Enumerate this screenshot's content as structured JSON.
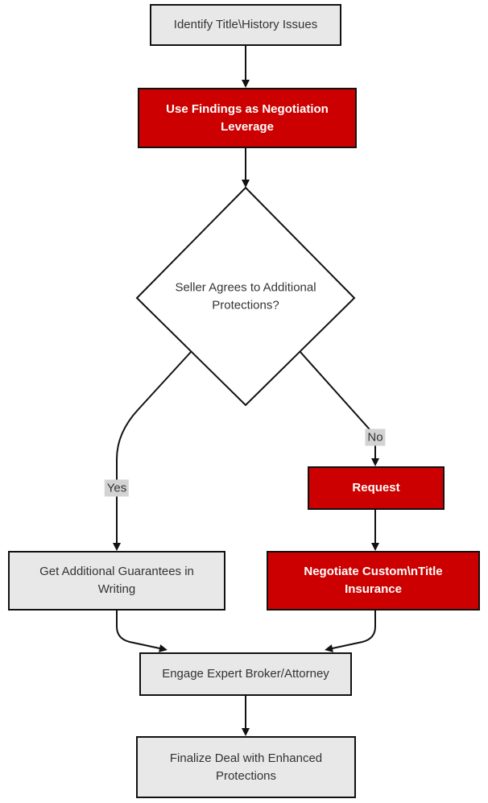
{
  "diagram": {
    "type": "flowchart",
    "direction": "top-down",
    "nodes": {
      "identify": {
        "label": "Identify Title\\History Issues",
        "style": "process"
      },
      "leverage": {
        "label": "Use Findings as Negotiation Leverage",
        "style": "highlight"
      },
      "decision": {
        "label": "Seller Agrees to Additional Protections?",
        "style": "decision"
      },
      "guarantees": {
        "label": "Get Additional Guarantees in Writing",
        "style": "process"
      },
      "request": {
        "label": "Request",
        "style": "highlight"
      },
      "negotiate": {
        "label": "Negotiate Custom\\nTitle Insurance",
        "style": "highlight"
      },
      "engage": {
        "label": "Engage Expert Broker/Attorney",
        "style": "process"
      },
      "finalize": {
        "label": "Finalize Deal with Enhanced Protections",
        "style": "process"
      }
    },
    "edges": [
      {
        "from": "identify",
        "to": "leverage",
        "label": ""
      },
      {
        "from": "leverage",
        "to": "decision",
        "label": ""
      },
      {
        "from": "decision",
        "to": "guarantees",
        "label": "Yes"
      },
      {
        "from": "decision",
        "to": "request",
        "label": "No"
      },
      {
        "from": "request",
        "to": "negotiate",
        "label": ""
      },
      {
        "from": "guarantees",
        "to": "engage",
        "label": ""
      },
      {
        "from": "negotiate",
        "to": "engage",
        "label": ""
      },
      {
        "from": "engage",
        "to": "finalize",
        "label": ""
      }
    ],
    "colors": {
      "process_fill": "#e8e8e8",
      "highlight_fill": "#cc0000",
      "decision_fill": "#ffffff",
      "border": "#111111",
      "edge_line": "#111111",
      "edge_label_bg": "#d3d3d3",
      "text": "#333333",
      "highlight_text": "#ffffff"
    }
  }
}
